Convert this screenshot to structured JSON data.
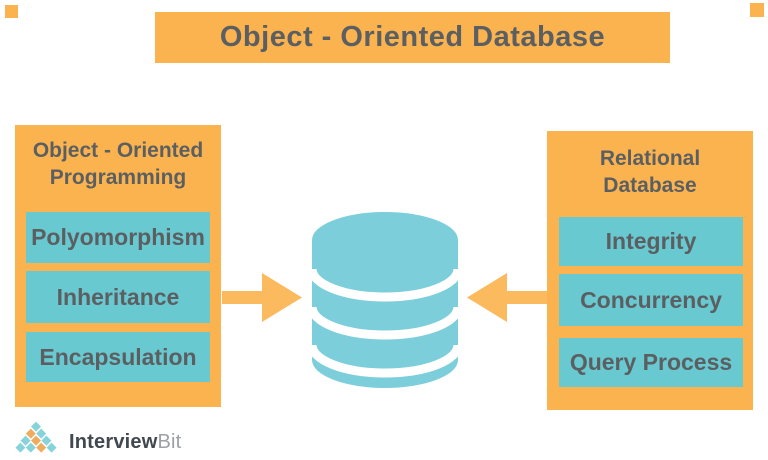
{
  "colors": {
    "orange": "#FAB34E",
    "orange_arrow": "#FBBA5E",
    "teal_box": "#68C9D1",
    "teal_db": "#7CCEDB",
    "text_dark": "#5C5F62",
    "logo_text_dark": "#414850",
    "logo_text_light": "#9BA1A6",
    "logo_teal": "#86D3DB",
    "logo_orange": "#F0AC5E"
  },
  "title": "Object - Oriented Database",
  "left_panel": {
    "heading_line1": "Object - Oriented",
    "heading_line2": "Programming",
    "items": [
      "Polyomorphism",
      "Inheritance",
      "Encapsulation"
    ]
  },
  "right_panel": {
    "heading_line1": "Relational",
    "heading_line2": "Database",
    "items": [
      "Integrity",
      "Concurrency",
      "Query Process"
    ]
  },
  "icons": {
    "center": "database-cylinder-icon",
    "left_arrow": "arrow-right-icon",
    "right_arrow": "arrow-left-icon",
    "logo": "diamond-pyramid-icon"
  },
  "decorations": {
    "corner_squares": [
      "top-left",
      "top-right"
    ]
  },
  "logo": {
    "brand_primary": "Interview",
    "brand_secondary": "Bit",
    "pyramid_rows": [
      [
        "teal"
      ],
      [
        "orange",
        "teal"
      ],
      [
        "teal",
        "orange",
        "teal"
      ],
      [
        "teal",
        "teal",
        "orange",
        "teal"
      ]
    ]
  }
}
